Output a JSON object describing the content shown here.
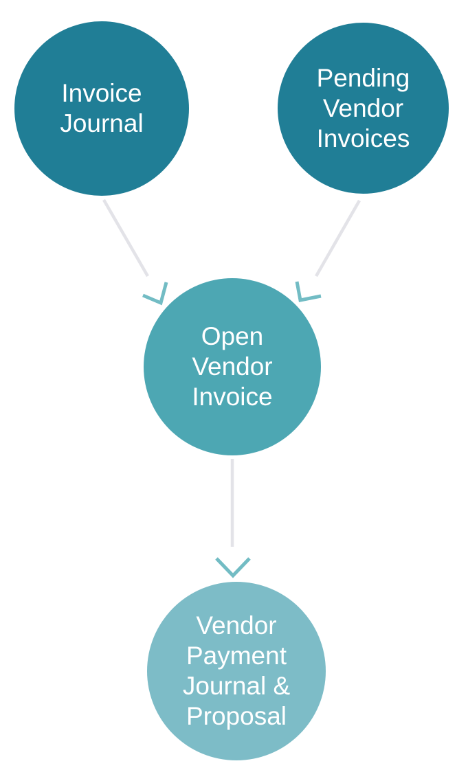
{
  "page": {
    "background": "#FFFFFF"
  },
  "diagram": {
    "type": "flowchart",
    "nodes": [
      {
        "id": "invoice-journal",
        "label": "Invoice Journal",
        "shape": "circle",
        "fill": "#207E96",
        "text_color": "#FFFFFF"
      },
      {
        "id": "pending-vendor-invoices",
        "label": "Pending Vendor Invoices",
        "shape": "circle",
        "fill": "#207E96",
        "text_color": "#FFFFFF"
      },
      {
        "id": "open-vendor-invoice",
        "label": "Open Vendor Invoice",
        "shape": "circle",
        "fill": "#4DA7B3",
        "text_color": "#FFFFFF"
      },
      {
        "id": "vendor-payment-journal-proposal",
        "label": "Vendor Payment Journal & Proposal",
        "shape": "circle",
        "fill": "#7DBCC7",
        "text_color": "#FFFFFF"
      }
    ],
    "edges": [
      {
        "from": "invoice-journal",
        "to": "open-vendor-invoice",
        "style": "open-arrow"
      },
      {
        "from": "pending-vendor-invoices",
        "to": "open-vendor-invoice",
        "style": "open-arrow"
      },
      {
        "from": "open-vendor-invoice",
        "to": "vendor-payment-journal-proposal",
        "style": "open-arrow"
      }
    ],
    "colors": {
      "connector_line": "#E3E3E8",
      "arrowhead": "#72BCC4"
    }
  }
}
